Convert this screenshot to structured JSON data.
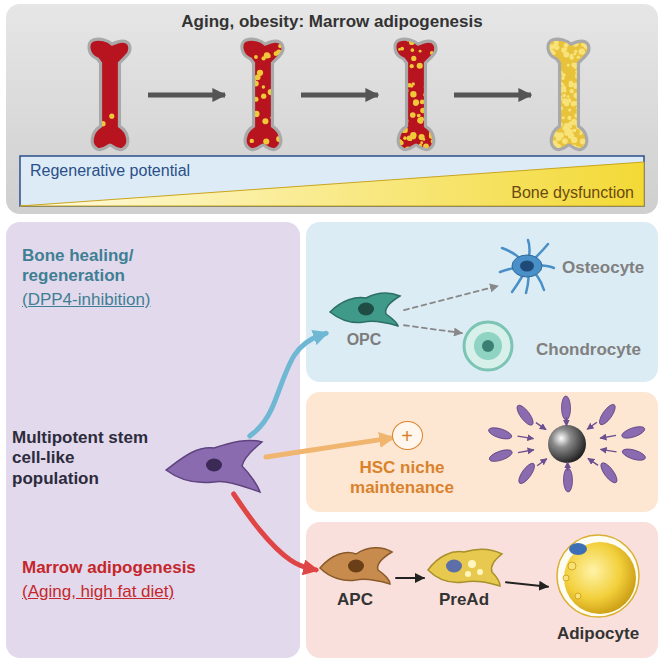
{
  "diagram": {
    "nodes": [
      {
        "text": [
          "Aging, obesity: Marrow adipogenesis"
        ]
      },
      {
        "text": [
          "Regenerative potential"
        ],
        "in": 0
      },
      {
        "text": [
          "Bone dysfunction"
        ],
        "in": 0
      },
      {
        "text": [
          "Bone healing/ regeneration",
          "(DPP4-inhibition)",
          "Marrow adipogenesis",
          "(Aging, high fat diet)"
        ]
      },
      {
        "text": [
          "Multipotent stem cell-like population"
        ],
        "in": 3
      },
      {
        "text": [
          "OPC"
        ]
      },
      {
        "text": [
          "Osteocyte"
        ]
      },
      {
        "text": [
          "Chondrocyte"
        ]
      },
      {
        "text": [
          "+"
        ]
      },
      {
        "text": [
          "HSC niche maintenance"
        ]
      },
      {
        "text": [
          "APC"
        ]
      },
      {
        "text": [
          "PreAd"
        ]
      },
      {
        "text": [
          "Adipocyte"
        ]
      }
    ],
    "edges": [
      {
        "from": 4,
        "to": 5,
        "arrow": "to"
      },
      {
        "from": 4,
        "to": 8,
        "arrow": "to"
      },
      {
        "from": 4,
        "to": 10,
        "arrow": "to"
      },
      {
        "from": 5,
        "to": 6,
        "arrow": "to"
      },
      {
        "from": 5,
        "to": 7,
        "arrow": "to"
      },
      {
        "from": 10,
        "to": 11,
        "arrow": "to"
      },
      {
        "from": 11,
        "to": 12,
        "arrow": "to"
      }
    ]
  }
}
